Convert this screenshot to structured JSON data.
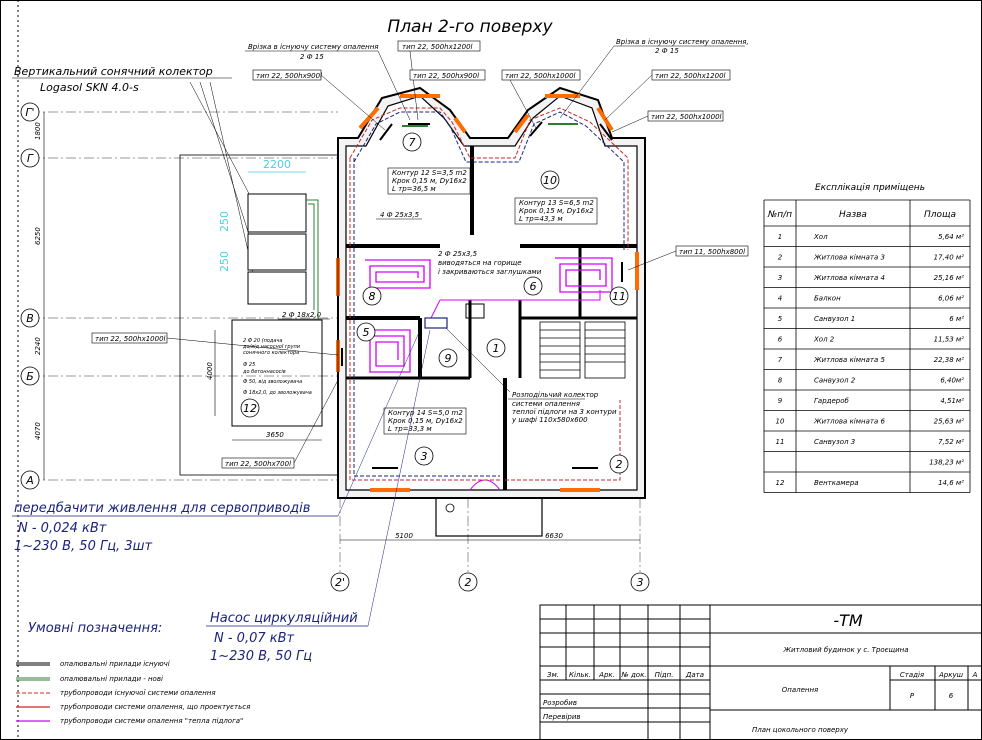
{
  "title": "План  2-го поверху",
  "solar_collector": {
    "line1": "Вертикальний сонячний колектор",
    "line2": "Logasol SKN 4.0-s"
  },
  "tap_labels": [
    {
      "line1": "Врізка в існуючу систему опалення",
      "line2": "2 Ф 15"
    },
    {
      "line1": "Врізка в існуючу систему опалення,",
      "line2": "2 Ф 15"
    }
  ],
  "radiator_tags": [
    "тип 22, 500hx900l",
    "тип 22, 500hx1200l",
    "тип 22, 500hx900l",
    "тип 22, 500hx1000l",
    "тип 22, 500hx1200l",
    "тип 22, 500hx1000l",
    "тип 11, 500hx800l",
    "тип 22, 500hx1000l",
    "тип 22, 500hx700l"
  ],
  "axes": {
    "horizontal": [
      "Г'",
      "Г",
      "В",
      "Б",
      "А"
    ],
    "vertical": [
      "2'",
      "2",
      "3"
    ],
    "dims_left": [
      "1800",
      "6250",
      "2240",
      "4070"
    ],
    "dims_bottom": [
      "5100",
      "6630"
    ],
    "dims_misc": [
      "2200",
      "250",
      "250",
      "3650",
      "4000"
    ]
  },
  "room_numbers": [
    "7",
    "10",
    "8",
    "6",
    "11",
    "5",
    "9",
    "1",
    "12",
    "3",
    "2"
  ],
  "contours": [
    {
      "line1": "Контур 12  S=3,5 m2",
      "line2": "Крок 0,15 м, Dy16x2",
      "line3": "L тр=36,5 м"
    },
    {
      "line1": "Контур 13  S=6,5 m2",
      "line2": "Крок 0,15 м, Dy16x2",
      "line3": "L тр=43,3 м"
    },
    {
      "line1": "Контур 14  S=5,0 m2",
      "line2": "Крок 0,15 м, Dy16x2",
      "line3": "L тр=33,3 м"
    }
  ],
  "pipe_notes": {
    "riser1": "4  Ф 25x3,5",
    "riser2": "2  Ф 25x3,5",
    "riser2_a": "виводяться на горище",
    "riser2_b": "і закриваються заглушками",
    "riser3": "2  Ф 18x2,0",
    "small1": "2 Ф 20 (подача",
    "small2": "до/від насосної групи",
    "small3": "сонячного колектора",
    "small4": "Ф 25",
    "small5": "до бетоннасосів",
    "small6": "Ф 50, від зволожувача",
    "small7": "Ф 18x2,0, до зволожувача"
  },
  "collector_note": {
    "line1": "Розподільчий колектор",
    "line2": "системи опалення",
    "line3": "теплої підлоги на 3 контури",
    "line4": "у шафі 110x580x600"
  },
  "servo_note": {
    "line1": "передбачити  живлення для сервоприводів",
    "line2": "N - 0,024 кВт",
    "line3": "1~230 В, 50 Гц, 3шт"
  },
  "pump_note": {
    "line1": "Насос циркуляційний",
    "line2": "N - 0,07 кВт",
    "line3": "1~230 В, 50 Гц"
  },
  "explication": {
    "title": "Експлікація приміщень",
    "headers": [
      "№п/п",
      "Назва",
      "Площа"
    ],
    "rows": [
      [
        "1",
        "Хол",
        "5,64 м²"
      ],
      [
        "2",
        "Житлова кімната 3",
        "17,40 м²"
      ],
      [
        "3",
        "Житлова кімната 4",
        "25,16 м²"
      ],
      [
        "4",
        "Балкон",
        "6,06 м²"
      ],
      [
        "5",
        "Санвузол 1",
        "6 м²"
      ],
      [
        "6",
        "Хол 2",
        "11,53 м²"
      ],
      [
        "7",
        "Житлова кімната 5",
        "22,38 м²"
      ],
      [
        "8",
        "Санвузол 2",
        "6,40м²"
      ],
      [
        "9",
        "Гардероб",
        "4,51м²"
      ],
      [
        "10",
        "Житлова кімната 6",
        "25,63 м²"
      ],
      [
        "11",
        "Санвузол 3",
        "7,52 м²"
      ],
      [
        "",
        "",
        "138,23 м²"
      ],
      [
        "12",
        "Венткамера",
        "14,6 м²"
      ]
    ]
  },
  "legend": {
    "title": "Умовні позначення:",
    "items": [
      {
        "label": "опалювальні прилади існуючі",
        "color": "#000000",
        "style": "solid"
      },
      {
        "label": "опалювальні прилади - нові",
        "color": "#2e7d32",
        "style": "solid"
      },
      {
        "label": "трубопроводи існуючої системи опалення",
        "color": "#c62828",
        "style": "dashed"
      },
      {
        "label": "трубопроводи системи опалення, що проектується",
        "color": "#c62828",
        "style": "solid"
      },
      {
        "label": "трубопроводи системи опалення \"тепла підлога\"",
        "color": "#d500f9",
        "style": "solid"
      }
    ]
  },
  "title_block": {
    "code": "-ТМ",
    "object": "Житловий будинок у с. Троєщина",
    "header_cols": [
      "Зм.",
      "Кільк.",
      "Арк.",
      "№ док.",
      "Підп.",
      "Дата"
    ],
    "rows": [
      "Розробив",
      "Перевірив"
    ],
    "section": "Опалення",
    "stage_header": "Стадія",
    "sheet_header": "Аркуш",
    "sheets_header": "А",
    "stage": "Р",
    "sheet": "6",
    "drawing": "План цокольного поверху"
  },
  "colors": {
    "orange": "#ff6d00",
    "magenta": "#d500f9",
    "red": "#c62828",
    "blue": "#1a237e",
    "green": "#2e7d32",
    "cyan": "#4dd0e1"
  }
}
